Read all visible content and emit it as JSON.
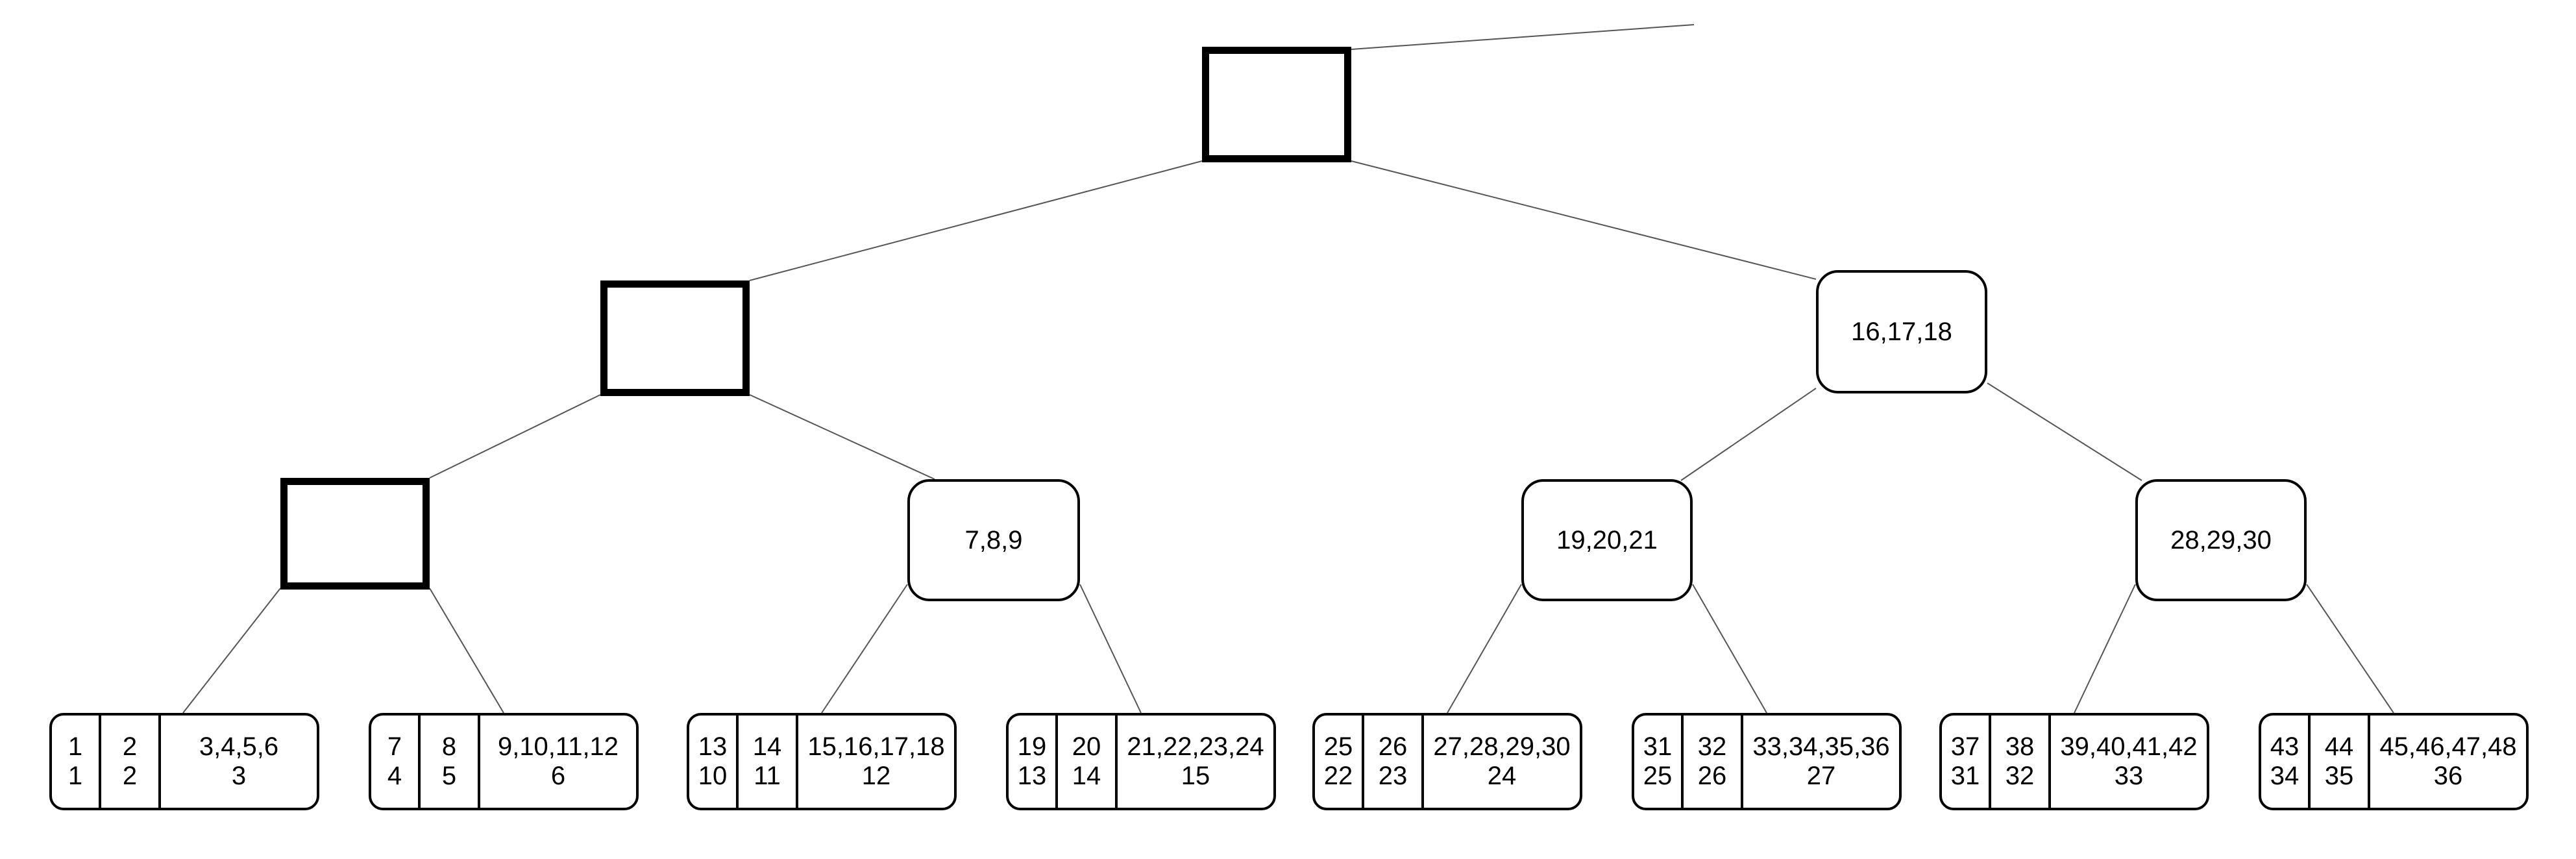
{
  "tree": {
    "internal_nodes": [
      {
        "id": "root",
        "label": ""
      },
      {
        "id": "l1-left",
        "label": ""
      },
      {
        "id": "l1-right",
        "label": "16,17,18"
      },
      {
        "id": "l2-a",
        "label": ""
      },
      {
        "id": "l2-b",
        "label": "7,8,9"
      },
      {
        "id": "l2-c",
        "label": "19,20,21"
      },
      {
        "id": "l2-d",
        "label": "28,29,30"
      }
    ],
    "leaves": [
      {
        "cells": [
          [
            "1",
            "1"
          ],
          [
            "2",
            "2"
          ],
          [
            "3,4,5,6",
            "3"
          ]
        ]
      },
      {
        "cells": [
          [
            "7",
            "4"
          ],
          [
            "8",
            "5"
          ],
          [
            "9,10,11,12",
            "6"
          ]
        ]
      },
      {
        "cells": [
          [
            "13",
            "10"
          ],
          [
            "14",
            "11"
          ],
          [
            "15,16,17,18",
            "12"
          ]
        ]
      },
      {
        "cells": [
          [
            "19",
            "13"
          ],
          [
            "20",
            "14"
          ],
          [
            "21,22,23,24",
            "15"
          ]
        ]
      },
      {
        "cells": [
          [
            "25",
            "22"
          ],
          [
            "26",
            "23"
          ],
          [
            "27,28,29,30",
            "24"
          ]
        ]
      },
      {
        "cells": [
          [
            "31",
            "25"
          ],
          [
            "32",
            "26"
          ],
          [
            "33,34,35,36",
            "27"
          ]
        ]
      },
      {
        "cells": [
          [
            "37",
            "31"
          ],
          [
            "38",
            "32"
          ],
          [
            "39,40,41,42",
            "33"
          ]
        ]
      },
      {
        "cells": [
          [
            "43",
            "34"
          ],
          [
            "44",
            "35"
          ],
          [
            "45,46,47,48",
            "36"
          ]
        ]
      }
    ]
  }
}
